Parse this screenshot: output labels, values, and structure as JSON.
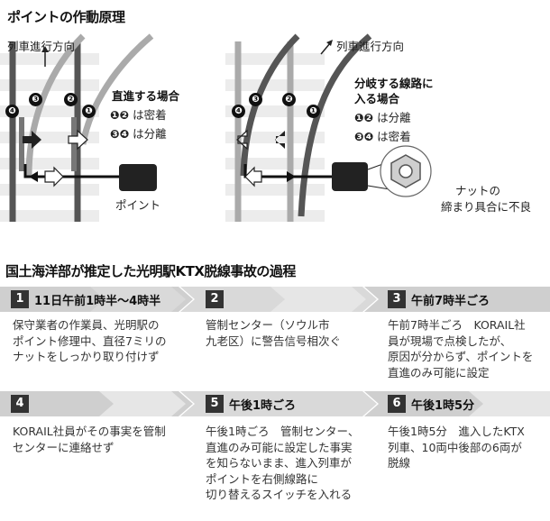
{
  "diagram": {
    "title": "ポイントの作動原理",
    "direction_label": "列車進行方向",
    "markers": [
      "❶",
      "❷",
      "❸",
      "❹"
    ],
    "left": {
      "heading": "直進する場合",
      "line1_nums": "❶❷",
      "line1_text": "は密着",
      "line2_nums": "❸❹",
      "line2_text": "は分離",
      "motor_label": "ポイント"
    },
    "right": {
      "heading_line1": "分岐する線路に",
      "heading_line2": "入る場合",
      "line1_nums": "❶❷",
      "line1_text": "は分離",
      "line2_nums": "❸❹",
      "line2_text": "は密着",
      "nut_label_line1": "ナットの",
      "nut_label_line2": "締まり具合に不良"
    }
  },
  "timeline": {
    "title": "国土海洋部が推定した光明駅KTX脱線事故の過程",
    "steps": [
      {
        "no": "1",
        "title": "11日午前1時半～4時半",
        "lines": [
          "保守業者の作業員、光明駅の",
          "ポイント修理中、直径7ミリの",
          "ナットをしっかり取り付けず"
        ]
      },
      {
        "no": "2",
        "title": "",
        "lines": [
          "管制センター（ソウル市",
          "九老区）に警告信号相次ぐ"
        ]
      },
      {
        "no": "3",
        "title": "午前7時半ごろ",
        "lines": [
          "午前7時半ごろ　KORAIL社",
          "員が現場で点検したが、",
          "原因が分からず、ポイントを",
          "直進のみ可能に設定"
        ]
      },
      {
        "no": "4",
        "title": "",
        "lines": [
          "KORAIL社員がその事実を管制",
          "センターに連絡せず"
        ]
      },
      {
        "no": "5",
        "title": "午後1時ごろ",
        "lines": [
          "午後1時ごろ　管制センター、",
          "直進のみ可能に設定した事実",
          "を知らないまま、進入列車が",
          "ポイントを右側線路に",
          "切り替えるスイッチを入れる"
        ]
      },
      {
        "no": "6",
        "title": "午後1時5分",
        "lines": [
          "午後1時5分　進入したKTX",
          "列車、10両中後部の6両が",
          "脱線"
        ]
      }
    ]
  }
}
